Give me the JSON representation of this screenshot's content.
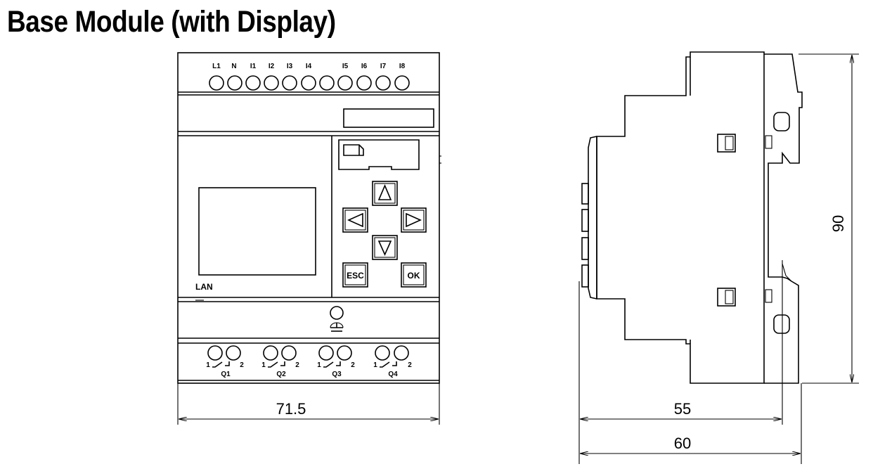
{
  "title": "Base Module (with Display)",
  "front_view": {
    "terminals_top": [
      "L1",
      "N",
      "I1",
      "I2",
      "I3",
      "I4",
      "I5",
      "I6",
      "I7",
      "I8"
    ],
    "lan_label": "LAN",
    "buttons": {
      "esc": "ESC",
      "ok": "OK"
    },
    "outputs": [
      {
        "label": "Q1",
        "pin1": "1",
        "pin2": "2"
      },
      {
        "label": "Q2",
        "pin1": "1",
        "pin2": "2"
      },
      {
        "label": "Q3",
        "pin1": "1",
        "pin2": "2"
      },
      {
        "label": "Q4",
        "pin1": "1",
        "pin2": "2"
      }
    ],
    "width_dimension": "71.5"
  },
  "side_view": {
    "height_dimension": "90",
    "depth_dimension_1": "55",
    "depth_dimension_2": "60"
  }
}
